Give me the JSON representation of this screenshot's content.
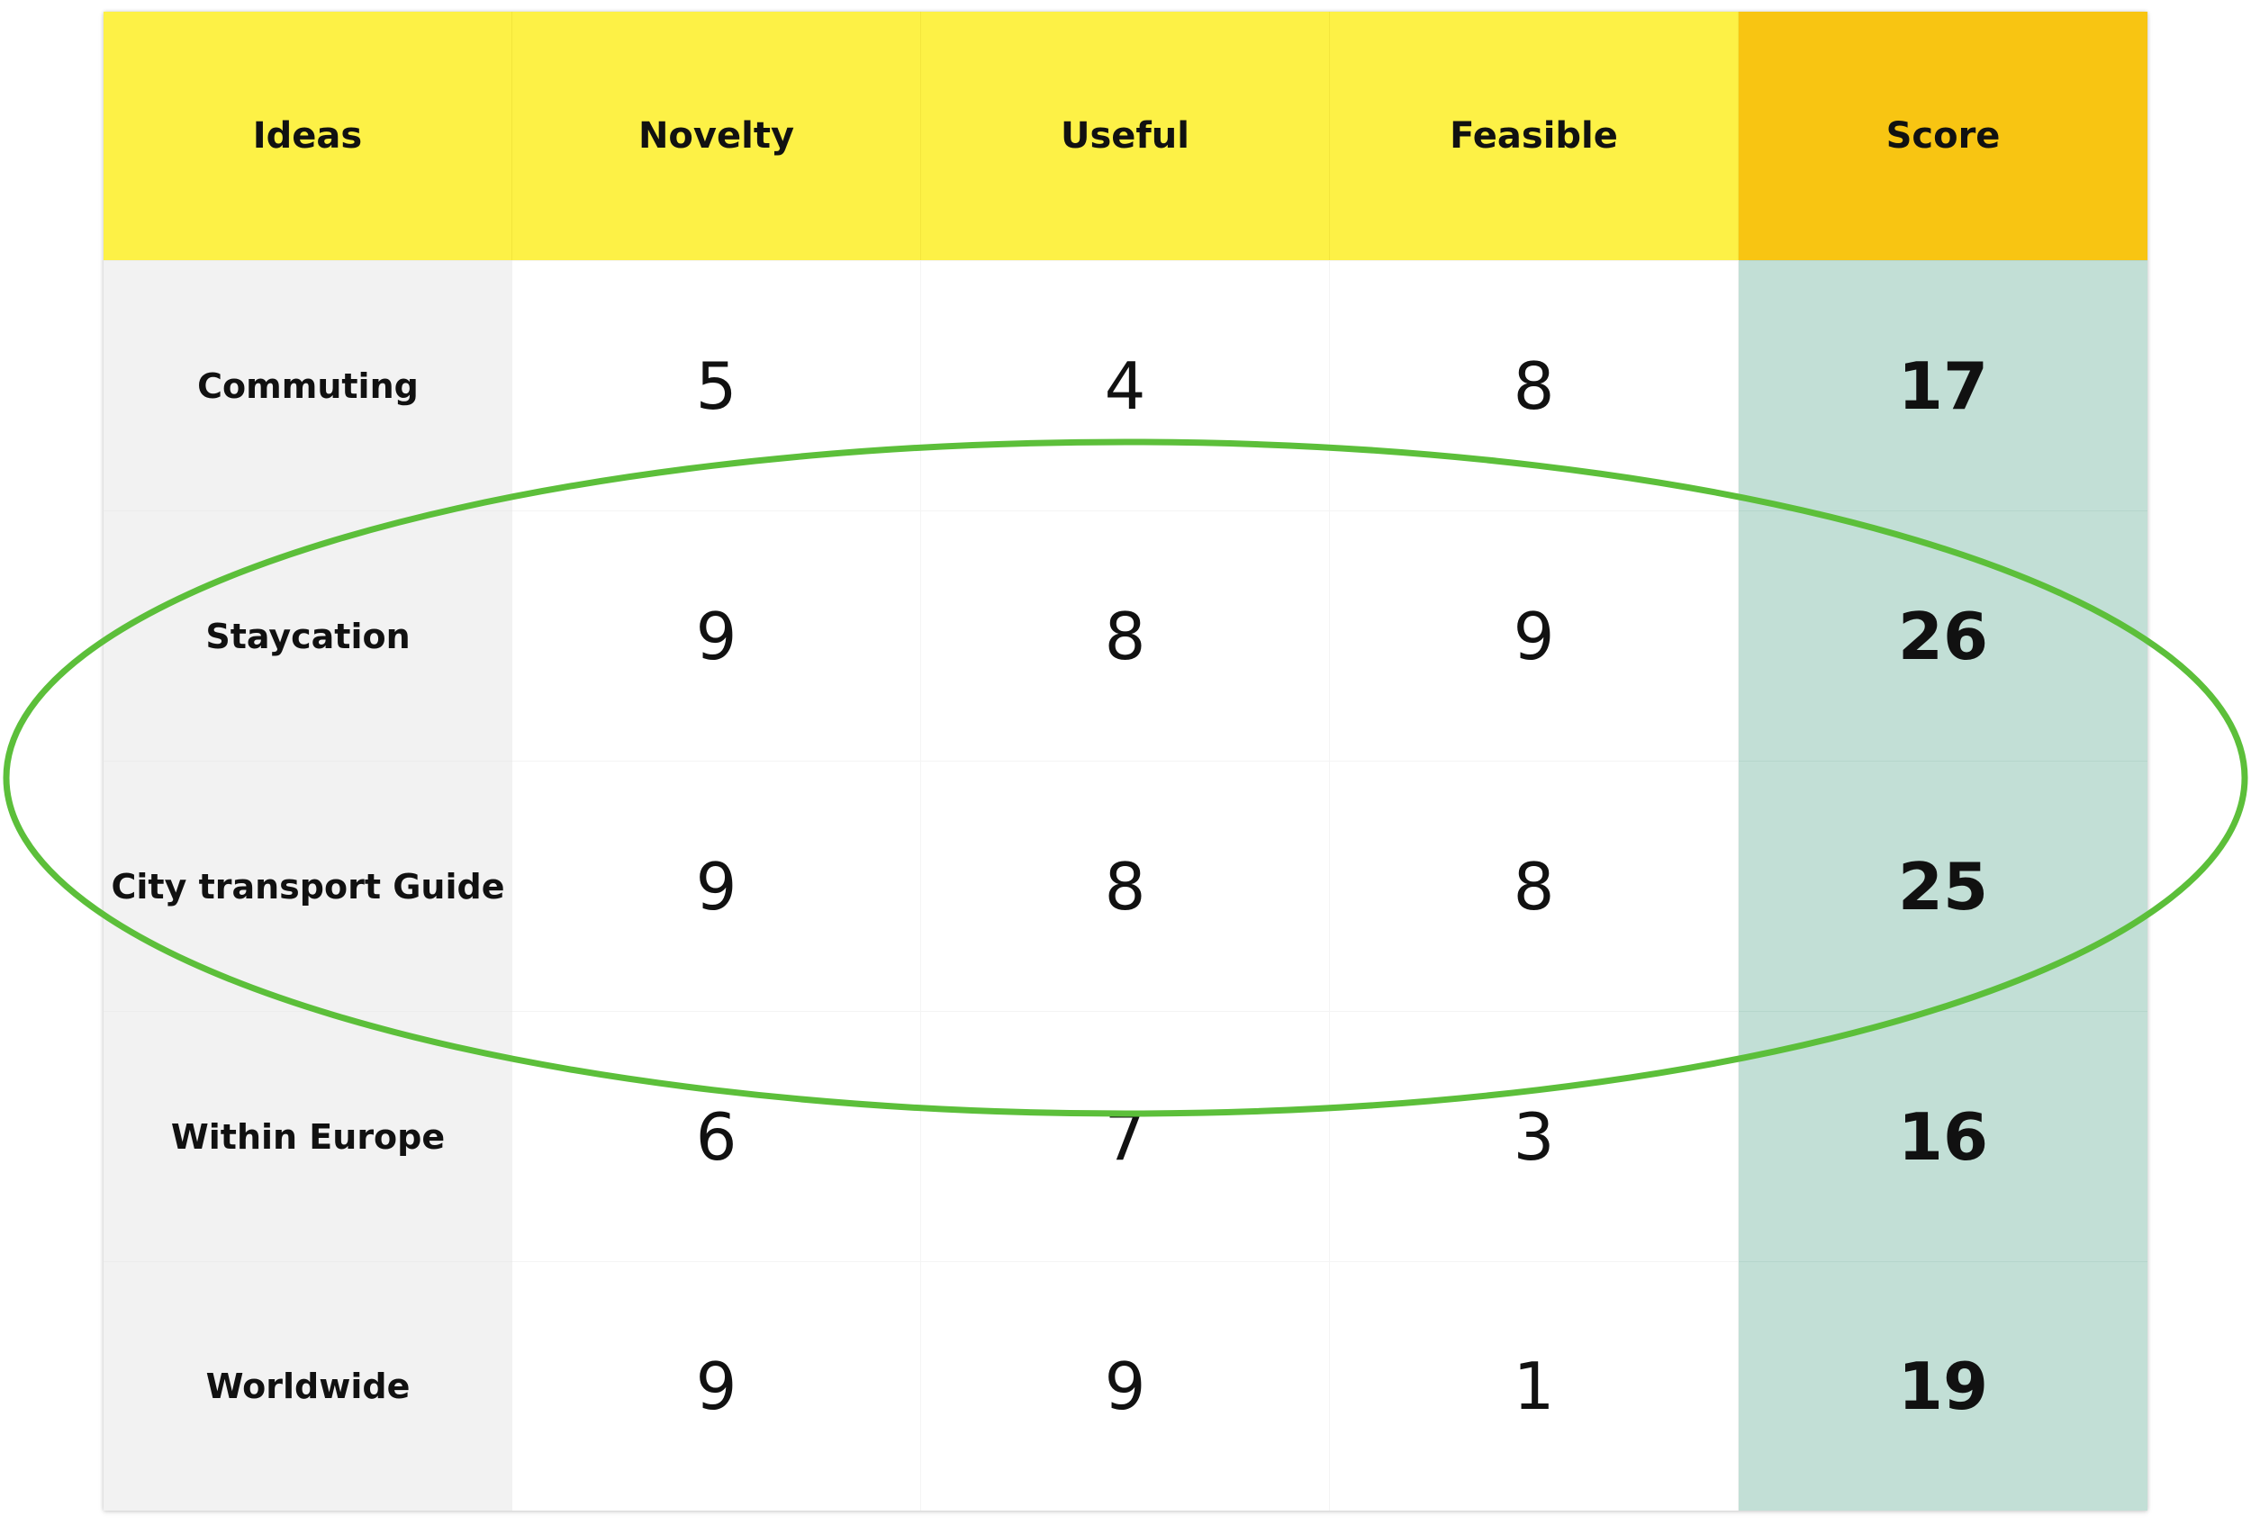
{
  "headers": {
    "ideas": "Ideas",
    "novelty": "Novelty",
    "useful": "Useful",
    "feasible": "Feasible",
    "score": "Score"
  },
  "rows": [
    {
      "idea": "Commuting",
      "novelty": "5",
      "useful": "4",
      "feasible": "8",
      "score": "17"
    },
    {
      "idea": "Staycation",
      "novelty": "9",
      "useful": "8",
      "feasible": "9",
      "score": "26"
    },
    {
      "idea": "City transport Guide",
      "novelty": "9",
      "useful": "8",
      "feasible": "8",
      "score": "25"
    },
    {
      "idea": "Within Europe",
      "novelty": "6",
      "useful": "7",
      "feasible": "3",
      "score": "16"
    },
    {
      "idea": "Worldwide",
      "novelty": "9",
      "useful": "9",
      "feasible": "1",
      "score": "19"
    }
  ],
  "colors": {
    "header": "#fdf146",
    "score_header": "#f8c512",
    "idea_column": "#f2f2f2",
    "score_column": "#c2dfd6",
    "highlight_ellipse": "#5cbf3a"
  },
  "highlight": {
    "shape": "ellipse",
    "encloses_rows": [
      "Staycation",
      "City transport Guide"
    ]
  }
}
